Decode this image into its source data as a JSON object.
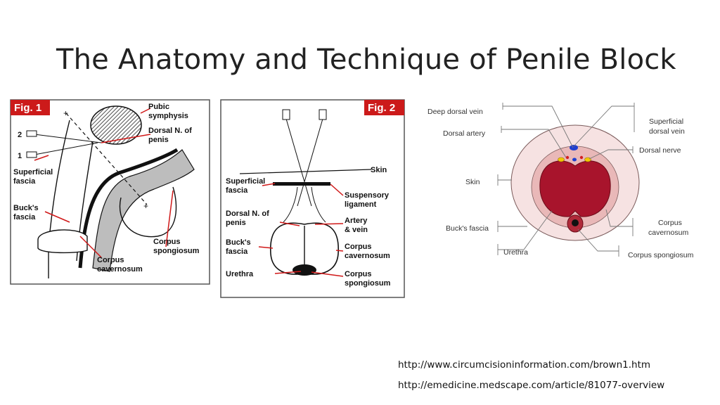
{
  "title": "The Anatomy and Technique of Penile Block",
  "fig1": {
    "tag": "Fig. 1",
    "labels": {
      "pubic1": "Pubic",
      "pubic2": "symphysis",
      "dorsal1": "Dorsal N. of",
      "dorsal2": "penis",
      "num2": "2",
      "num1": "1",
      "sup1": "Superficial",
      "sup2": "fascia",
      "bucks1": "Buck's",
      "bucks2": "fascia",
      "cs1": "Corpus",
      "cs2": "spongiosum",
      "cc1": "Corpus",
      "cc2": "cavernosum"
    }
  },
  "fig2": {
    "tag": "Fig. 2",
    "labels": {
      "skin": "Skin",
      "sup1": "Superficial",
      "sup2": "fascia",
      "susp1": "Suspensory",
      "susp2": "ligament",
      "dn1": "Dorsal N. of",
      "dn2": "penis",
      "av1": "Artery",
      "av2": "& vein",
      "bf1": "Buck's",
      "bf2": "fascia",
      "cc1": "Corpus",
      "cc2": "cavernosum",
      "ure": "Urethra",
      "cs1": "Corpus",
      "cs2": "spongiosum"
    }
  },
  "fig3": {
    "labels": {
      "ddv": "Deep dorsal vein",
      "da": "Dorsal artery",
      "sdv1": "Superficial",
      "sdv2": "dorsal vein",
      "dn": "Dorsal nerve",
      "skin": "Skin",
      "bf": "Buck's fascia",
      "ure": "Urethra",
      "cc1": "Corpus",
      "cc2": "cavernosum",
      "cs": "Corpus spongiosum"
    },
    "colors": {
      "skin": "#f6e2e2",
      "fascia": "#e9b8b8",
      "cavernosum": "#a8142c",
      "vein": "#1f3fd0",
      "artery": "#d42020",
      "nerve": "#f2c800"
    }
  },
  "links": [
    "http://www.circumcisioninformation.com/brown1.htm",
    "http://emedicine.medscape.com/article/81077-overview"
  ]
}
